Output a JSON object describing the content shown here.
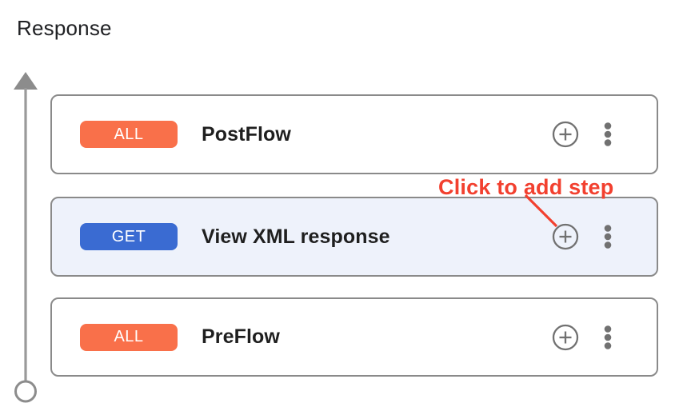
{
  "page": {
    "title": "Response"
  },
  "annotation": {
    "label": "Click to add step",
    "color": "#f2402f"
  },
  "flows": [
    {
      "method": "ALL",
      "name": "PostFlow",
      "badge_color": "#f9704a",
      "selected": false
    },
    {
      "method": "GET",
      "name": "View XML response",
      "badge_color": "#3a6bd2",
      "selected": true
    },
    {
      "method": "ALL",
      "name": "PreFlow",
      "badge_color": "#f9704a",
      "selected": false
    }
  ],
  "icons": {
    "add_step": "plus-circle",
    "more_options": "kebab-vertical-dots",
    "flow_direction": "up-arrow-line-with-circle-end"
  },
  "colors": {
    "selected_card_bg": "#eef2fb",
    "card_border": "#8a8a8a",
    "icon_gray": "#717171",
    "arrow_gray": "#9a9a9a",
    "title_text": "#202124"
  }
}
